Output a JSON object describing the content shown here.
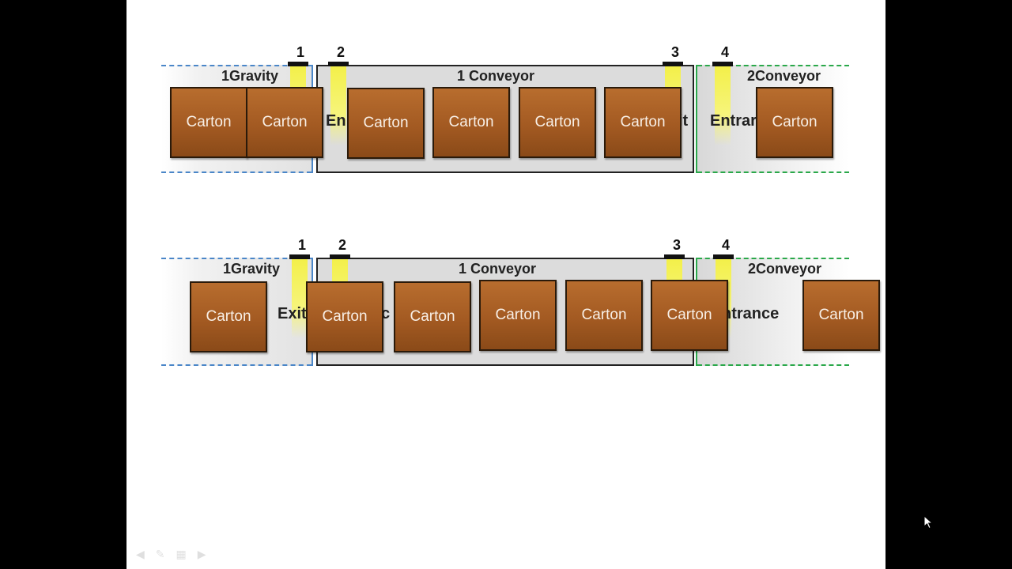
{
  "slide": {
    "controls": [
      "◀",
      "✎",
      "▦",
      "▶"
    ]
  },
  "diagrams": [
    {
      "gravity_label": "1Gravity",
      "conveyor_label": "1 Conveyor",
      "conveyor2_label": "2Conveyor",
      "sensors": [
        "1",
        "2",
        "3",
        "4"
      ],
      "zone_texts": [
        "En",
        "it",
        "Entrar"
      ],
      "cartons": [
        "Carton",
        "Carton",
        "Carton",
        "Carton",
        "Carton",
        "Carton",
        "Carton"
      ]
    },
    {
      "gravity_label": "1Gravity",
      "conveyor_label": "1 Conveyor",
      "conveyor2_label": "2Conveyor",
      "sensors": [
        "1",
        "2",
        "3",
        "4"
      ],
      "zone_texts": [
        "Exit",
        "c",
        "ntrance"
      ],
      "cartons": [
        "Carton",
        "Carton",
        "Carton",
        "Carton",
        "Carton",
        "Carton",
        "Carton"
      ]
    }
  ],
  "colors": {
    "gravity_border": "#4a86c8",
    "conveyor2_border": "#2aa84a",
    "carton": "#a35a22",
    "sensor_beam": "#f3f04a"
  }
}
